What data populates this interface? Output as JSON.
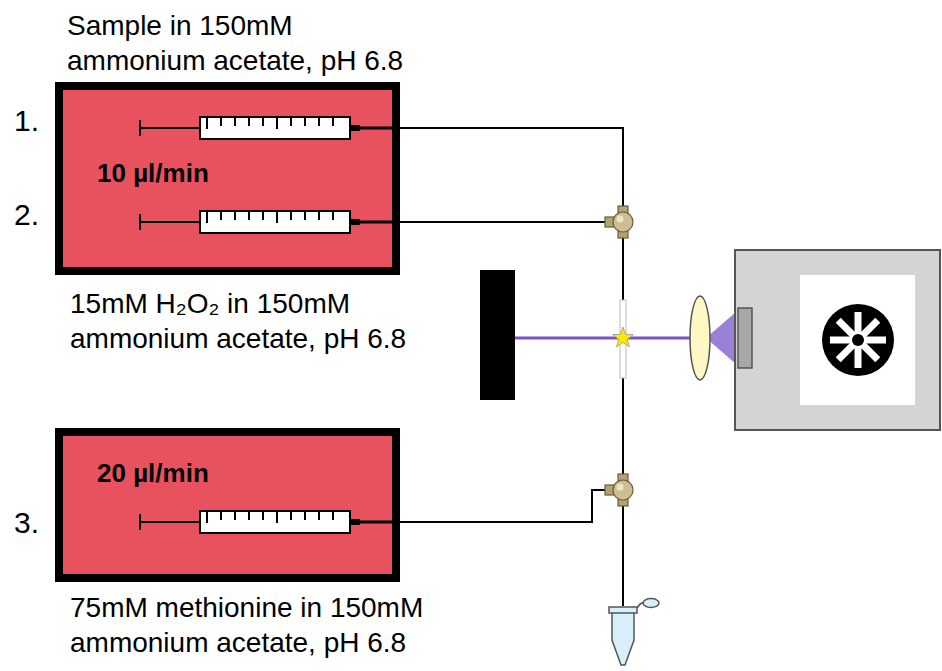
{
  "diagram": {
    "nodes": [
      {
        "text": [
          "Sample in 150mM ammonium acetate, pH 6.8",
          "10 µl/min",
          "15mM H₂O₂ in 150mM ammonium acetate, pH 6.8"
        ]
      },
      {
        "text": [
          "20 µl/min",
          "75mM methionine in 150mM ammonium acetate, pH 6.8"
        ]
      }
    ],
    "labels": [
      "1.",
      "2.",
      "3."
    ]
  }
}
